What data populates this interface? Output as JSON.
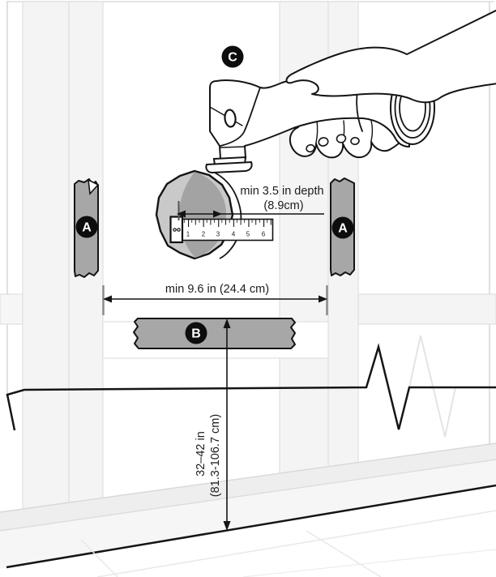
{
  "figure": {
    "callouts": {
      "a": "A",
      "b": "B",
      "c": "C"
    },
    "dimensions": {
      "depth_line1": "min 3.5 in depth",
      "depth_line2": "(8.9cm)",
      "width": "min 9.6 in (24.4 cm)",
      "height_line1": "32–42 in",
      "height_line2": "(81.3-106.7 cm)"
    },
    "tape": {
      "marks": [
        "1",
        "2",
        "3",
        "4",
        "5",
        "6"
      ]
    },
    "colors": {
      "board_gray": "#a7a7a7",
      "disc_light": "#c9c9c9",
      "disc_dark": "#a3a3a3",
      "ink": "#141414"
    }
  }
}
